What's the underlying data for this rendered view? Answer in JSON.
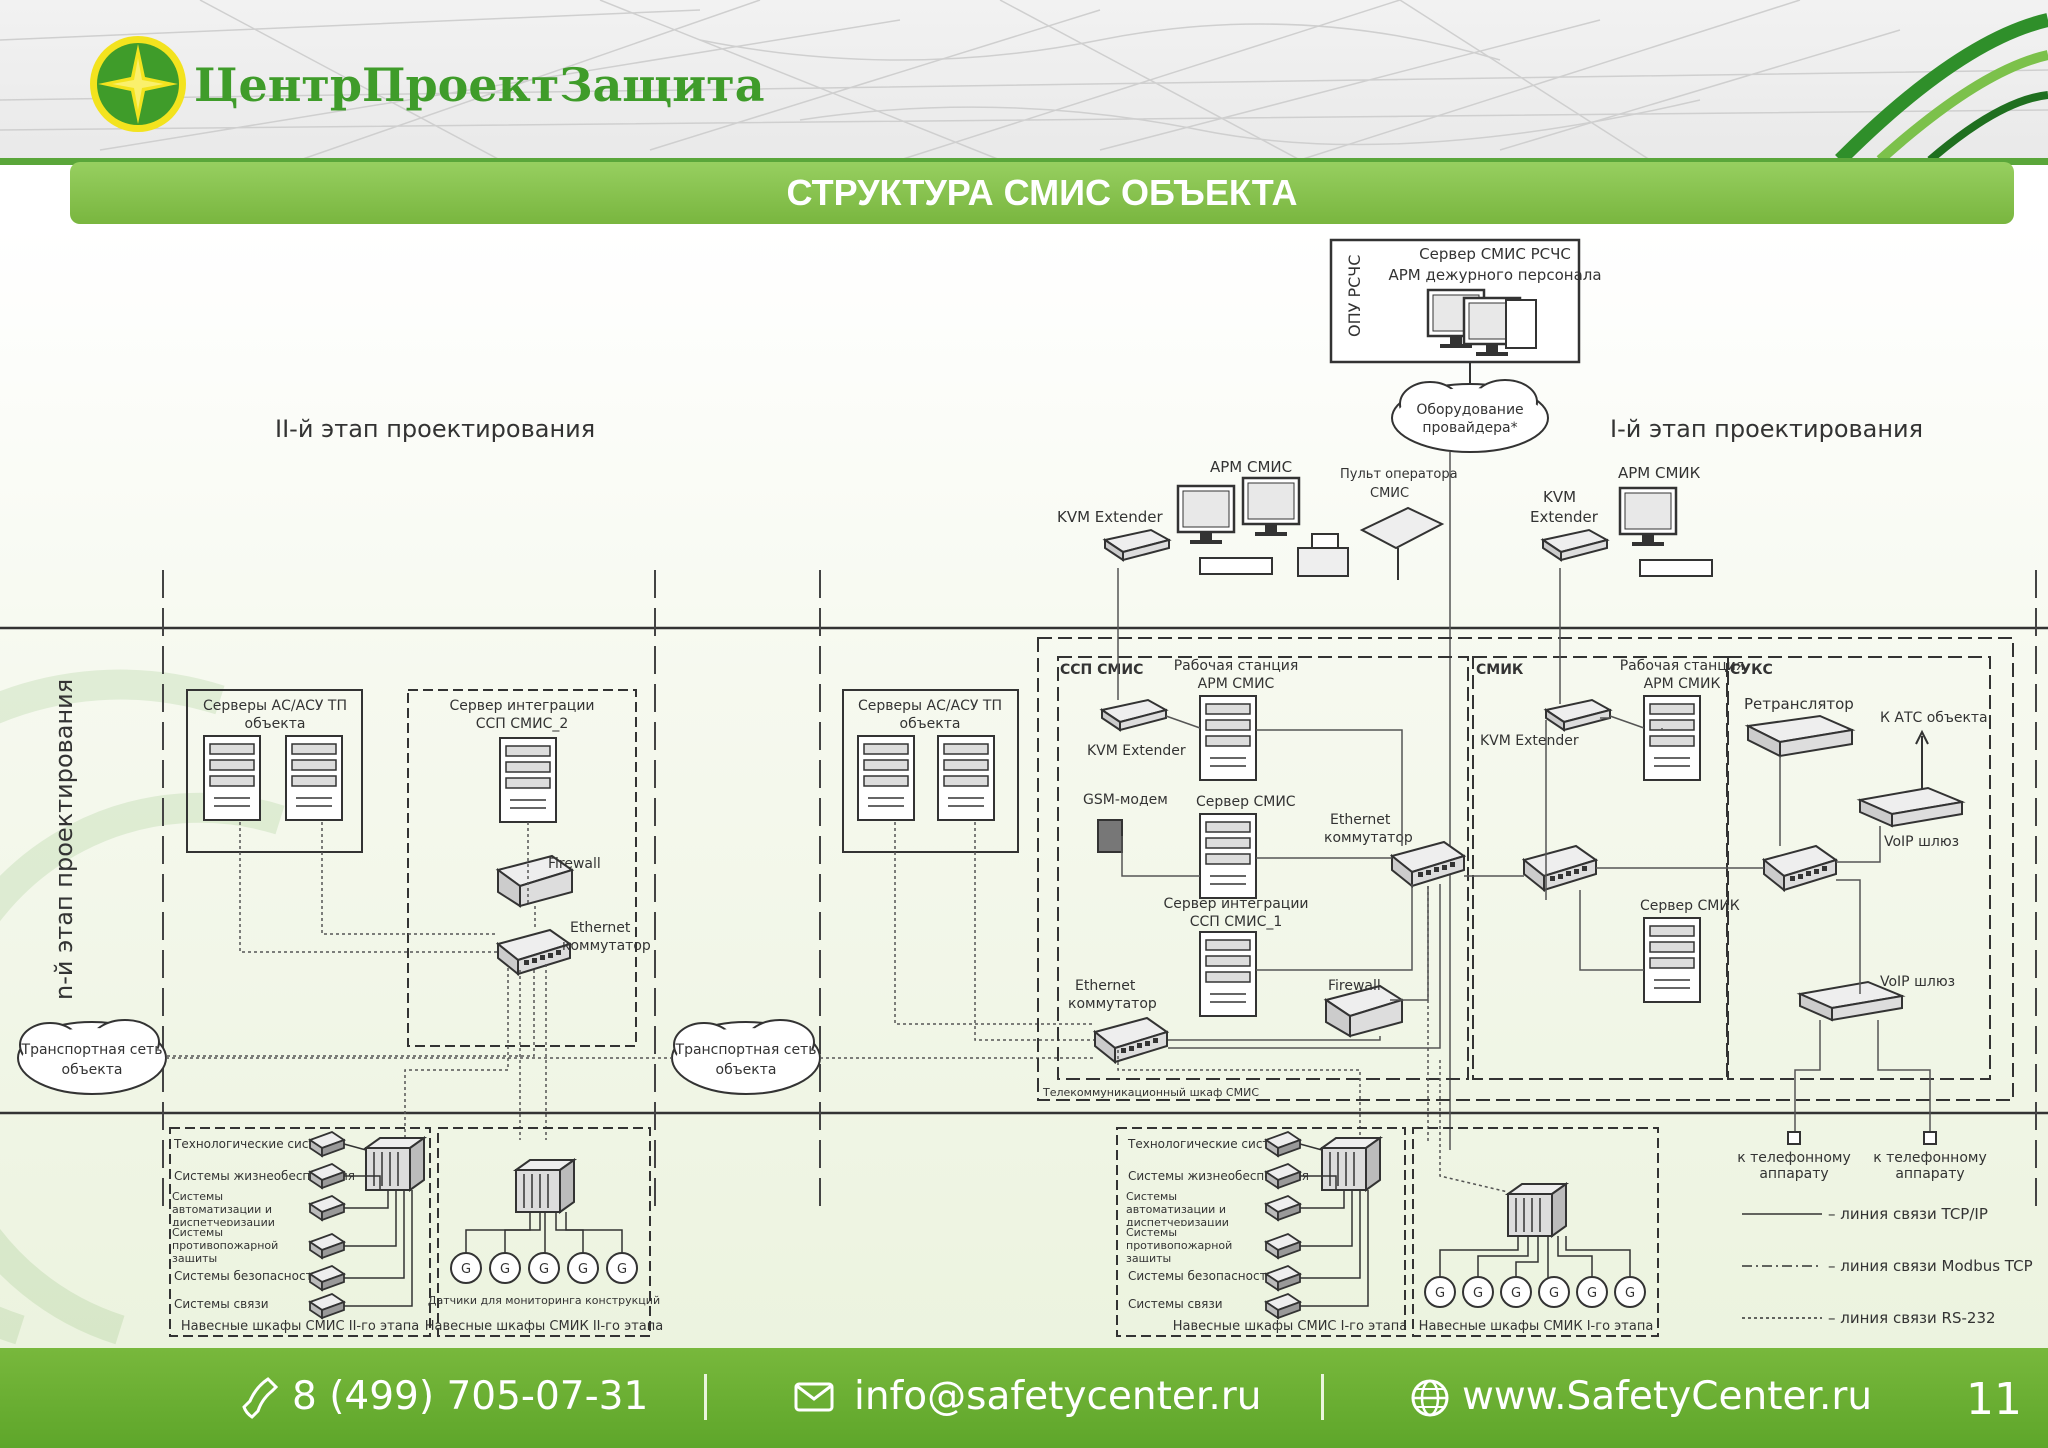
{
  "header": {
    "logo_text": "ЦентрПроектЗащита",
    "slide_title": "СТРУКТУРА СМИС ОБЪЕКТА"
  },
  "stages": {
    "stage2": "II-й этап проектирования",
    "stage1": "I-й этап проектирования",
    "stageN": "n-й этап проектирования"
  },
  "top": {
    "server_line1": "Сервер СМИС РСЧС",
    "server_line2": "АРМ дежурного персонала",
    "opu": "ОПУ РСЧС",
    "provider_line1": "Оборудование",
    "provider_line2": "провайдера*"
  },
  "ops": {
    "kvm1": "KVM Extender",
    "arm_smis": "АРМ СМИС",
    "pult_line1": "Пульт оператора",
    "pult_line2": "СМИС",
    "kvm2_line1": "KVM",
    "kvm2_line2": "Extender",
    "arm_smik": "АРМ СМИК"
  },
  "left": {
    "servers_line1": "Серверы АС/АСУ ТП",
    "servers_line2": "объекта",
    "integ_line1": "Сервер интеграции",
    "integ_line2": "ССП СМИС_2",
    "firewall": "Firewall",
    "eth_line1": "Ethernet",
    "eth_line2": "коммутатор",
    "transport_line1": "Транспортная сеть",
    "transport_line2": "объекта"
  },
  "center": {
    "servers_line1": "Серверы АС/АСУ ТП",
    "servers_line2": "объекта",
    "transport_line1": "Транспортная сеть",
    "transport_line2": "объекта"
  },
  "rack": {
    "ssp": "ССП СМИС",
    "ws_line1": "Рабочая станция",
    "ws_line2": "АРМ СМИС",
    "kvm": "KVM Extender",
    "gsm": "GSM-модем",
    "server_smis": "Сервер СМИС",
    "eth_line1": "Ethernet",
    "eth_line2": "коммутатор",
    "integ_line1": "Сервер интеграции",
    "integ_line2": "ССП СМИС_1",
    "eth2_line1": "Ethernet",
    "eth2_line2": "коммутатор",
    "firewall": "Firewall",
    "cabinet": "Телекоммуникационный шкаф СМИС",
    "smik": "СМИК",
    "ws2_line1": "Рабочая станция",
    "ws2_line2": "АРМ СМИК",
    "kvm2": "KVM Extender",
    "server_smik": "Сервер СМИК",
    "sucs": "СУКС",
    "repeater": "Ретранслятор",
    "to_ats": "К АТС объекта",
    "voip1": "VoIP шлюз",
    "voip2": "VoIP шлюз"
  },
  "cabinets": {
    "systems": [
      "Технологические системы",
      "Системы жизнеобеспечения",
      "Системы автоматизации и диспетчеризации",
      "Системы противопожарной защиты",
      "Системы безопасности",
      "Системы связи"
    ],
    "sensor_label": "G",
    "sensors_caption": "Датчики для мониторинга конструкций",
    "c1": "Навесные шкафы СМИС II-го этапа",
    "c2": "Навесные шкафы СМИК II-го этапа",
    "c3": "Навесные шкафы СМИС I-го этапа",
    "c4": "Навесные шкафы СМИК I-го этапа"
  },
  "phones": {
    "line1": "к телефонному",
    "line2": "аппарату"
  },
  "legend": {
    "tcp": "– линия связи TCP/IP",
    "modbus": "– линия связи Modbus TCP",
    "rs232": "– линия связи RS-232"
  },
  "footer": {
    "phone": "8 (499) 705-07-31",
    "email": "info@safetycenter.ru",
    "website": "www.SafetyCenter.ru",
    "page": "11"
  },
  "colors": {
    "brand_green": "#79b63f",
    "footer_green": "#6cae33",
    "logo_green": "#3f9c2a",
    "logo_yellow": "#f3e31e"
  }
}
